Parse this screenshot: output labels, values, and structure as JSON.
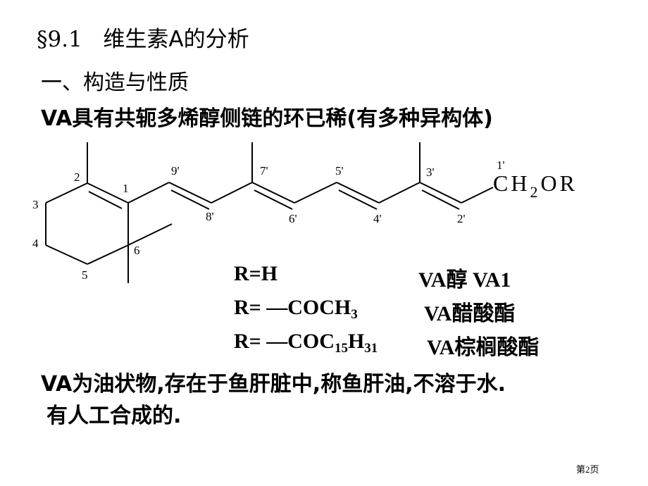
{
  "title": {
    "section": "§9.1",
    "text": "维生素A的分析"
  },
  "heading": "一、构造与性质",
  "intro": "VA具有共轭多烯醇侧链的环已稀(有多种异构体)",
  "structure": {
    "ring_locants": [
      "1",
      "2",
      "3",
      "4",
      "5",
      "6"
    ],
    "chain_locants": [
      "9'",
      "8'",
      "7'",
      "6'",
      "5'",
      "4'",
      "3'",
      "2'",
      "1'"
    ],
    "end_group": {
      "main": "CH",
      "sub": "2",
      "tail": "OR"
    }
  },
  "derivatives": [
    {
      "r_parts": [
        "R=H"
      ],
      "name": "VA醇  VA1"
    },
    {
      "r_parts": [
        "R= —COCH",
        "3"
      ],
      "name": "VA醋酸酯"
    },
    {
      "r_parts": [
        "R= —COC",
        "15",
        "H",
        "31"
      ],
      "name": "VA棕榈酸酯"
    }
  ],
  "description_1": "VA为油状物,存在于鱼肝脏中,称鱼肝油,不溶于水.",
  "description_2": "有人工合成的.",
  "page_number": "第2页"
}
